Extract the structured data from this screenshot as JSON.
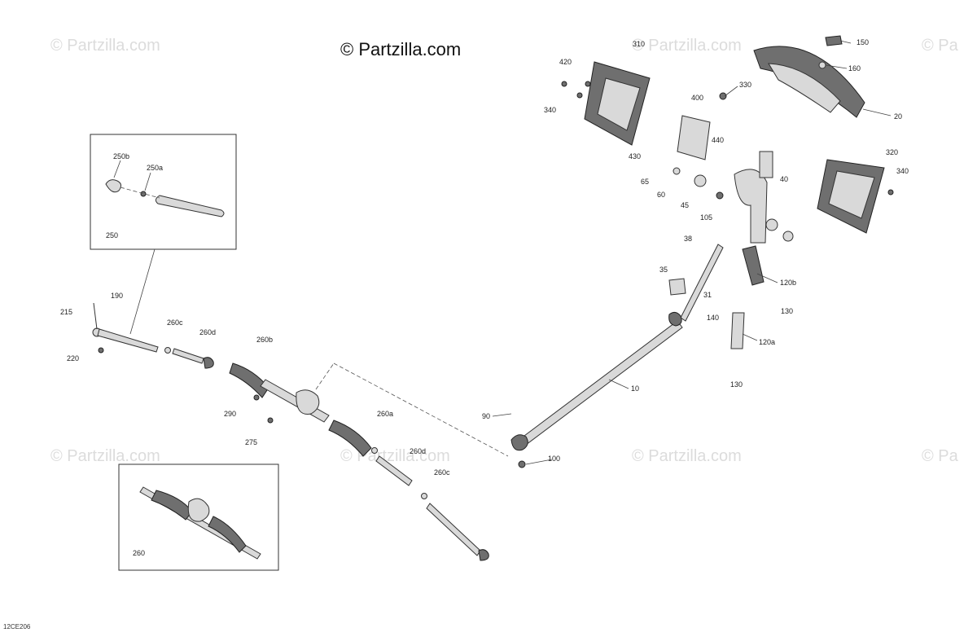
{
  "brand": {
    "copyright": "© Partzilla.com"
  },
  "watermarks": [
    {
      "text": "© Partzilla.com"
    },
    {
      "text": "© Partzilla.com"
    },
    {
      "text": "© Pa"
    },
    {
      "text": "© Partzilla.com"
    },
    {
      "text": "© Partzilla.com"
    },
    {
      "text": "© Partzilla.com"
    },
    {
      "text": "© Pa"
    }
  ],
  "drawing_code": "12CE206",
  "insets": [
    {
      "id": "250",
      "label": "250"
    },
    {
      "id": "260",
      "label": "260"
    }
  ],
  "callouts": [
    "310",
    "420",
    "340",
    "150",
    "160",
    "330",
    "400",
    "20",
    "430",
    "440",
    "65",
    "60",
    "45",
    "105",
    "40",
    "320",
    "340",
    "38",
    "35",
    "31",
    "120b",
    "140",
    "130",
    "120a",
    "130",
    "10",
    "90",
    "100",
    "250b",
    "250a",
    "190",
    "215",
    "260c",
    "260d",
    "260b",
    "220",
    "290",
    "275",
    "260a",
    "260d",
    "260c"
  ]
}
